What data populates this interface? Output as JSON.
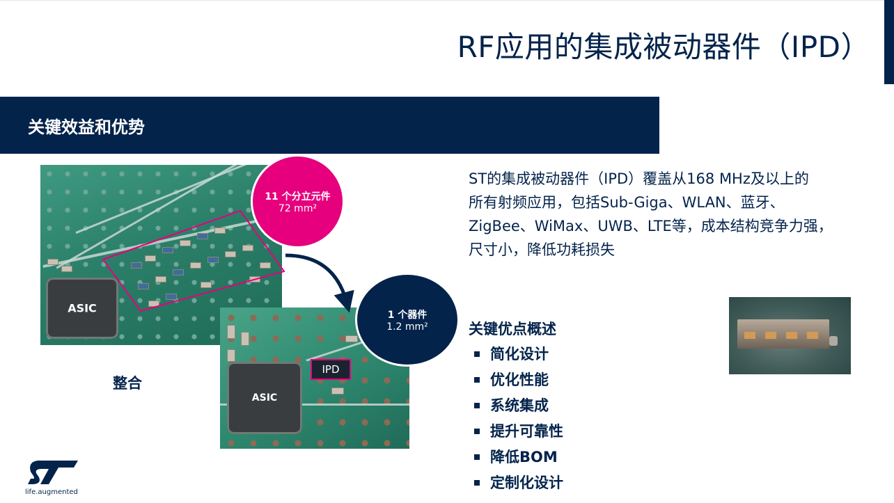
{
  "slide": {
    "title": "RF应用的集成被动器件（IPD）",
    "banner": "关键效益和优势"
  },
  "figure": {
    "chip_label_top": "ASIC",
    "chip_label_bottom": "ASIC",
    "ipd_label": "IPD",
    "before": {
      "line1": "11 个分立元件",
      "line2": "72 mm²"
    },
    "after": {
      "line1": "1 个器件",
      "line2": "1.2 mm²"
    },
    "caption": "整合"
  },
  "description": [
    "ST的集成被动器件（IPD）覆盖从168 MHz及以上的",
    "所有射频应用，包括Sub-Giga、WLAN、蓝牙、",
    "ZigBee、WiMax、UWB、LTE等，成本结构竞争力强，",
    "尺寸小，降低功耗损失"
  ],
  "key_points": {
    "heading": "关键优点概述",
    "items": [
      "简化设计",
      "优化性能",
      "系统集成",
      "提升可靠性",
      "降低BOM",
      "定制化设计"
    ]
  },
  "logo": {
    "tagline": "life.augmented"
  },
  "colors": {
    "navy": "#03234b",
    "magenta": "#e6007e",
    "white": "#ffffff"
  }
}
